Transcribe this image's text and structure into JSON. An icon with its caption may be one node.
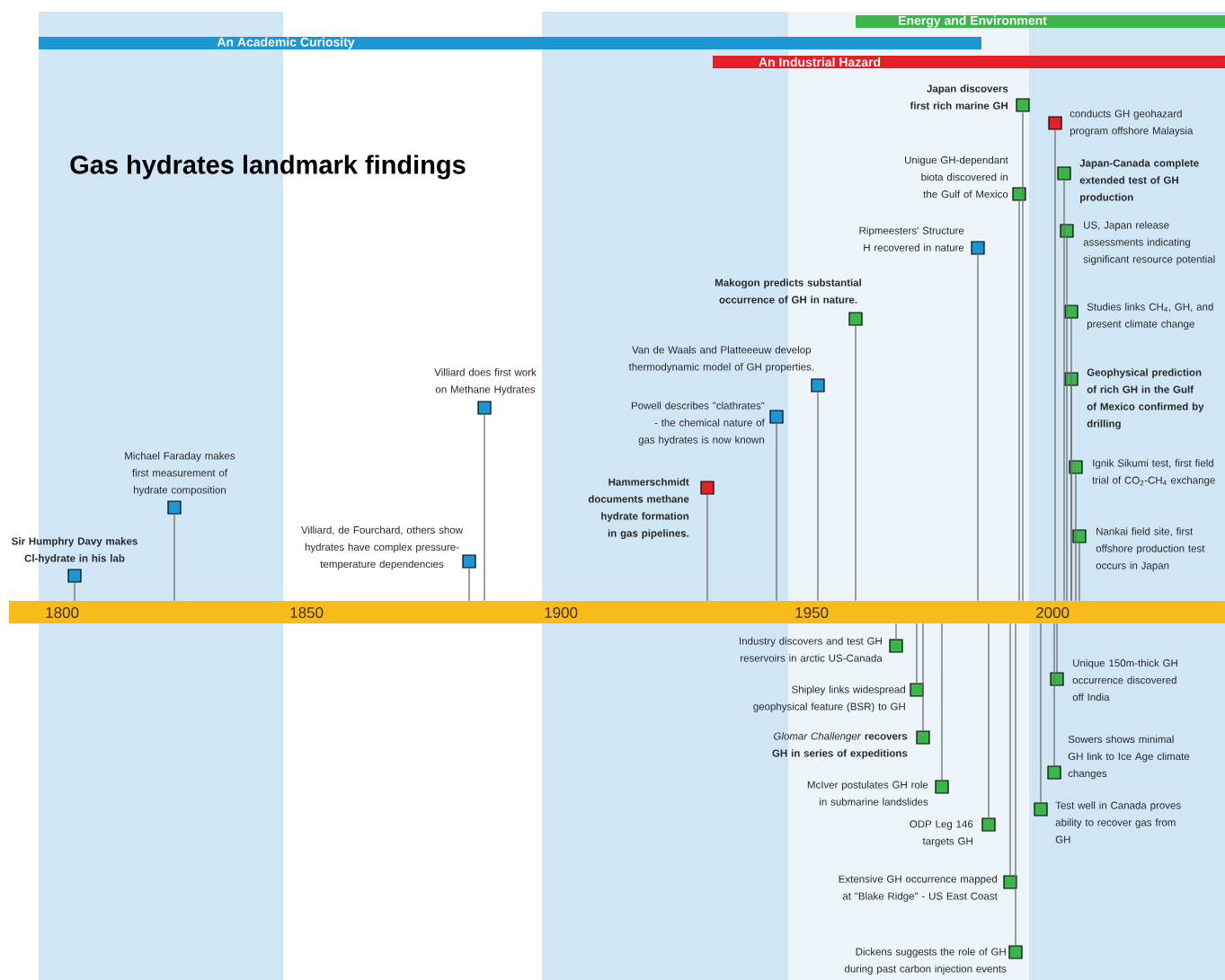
{
  "diagram": {
    "title": "Gas hydrates landmark findings",
    "nodes": [
      {
        "text": [],
        "shape": "box",
        "beside": [
          "Sir Humphry Davy makes Cl-hydrate in his lab"
        ]
      },
      {
        "text": [],
        "shape": "box",
        "beside": [
          "Michael Faraday makes first measurement of hydrate composition"
        ]
      },
      {
        "text": [],
        "shape": "box",
        "beside": [
          "Villiard, de Fourchard, others show hydrates have complex pressure-temperature dependencies"
        ]
      },
      {
        "text": [],
        "shape": "box",
        "beside": [
          "Villiard does first work on Methane Hydrates"
        ]
      },
      {
        "text": [],
        "shape": "box",
        "beside": [
          "Hammerschmidt documents methane hydrate formation in gas pipelines."
        ]
      },
      {
        "text": [],
        "shape": "box",
        "beside": [
          "Powell describes \"clathrates\" - the chemical nature of gas hydrates is now known"
        ]
      },
      {
        "text": [],
        "shape": "box",
        "beside": [
          "Van de Waals and Platteeeuw develop thermodynamic model of GH properties."
        ]
      },
      {
        "text": [],
        "shape": "box",
        "beside": [
          "Makogon predicts substantial occurrence of GH in nature."
        ]
      },
      {
        "text": [],
        "shape": "box",
        "beside": [
          "Ripmeesters' Structure H recovered in nature"
        ]
      },
      {
        "text": [],
        "shape": "box",
        "beside": [
          "Unigue GH-dependant biota discovered in the Gulf of Mexico"
        ]
      },
      {
        "text": [],
        "shape": "box",
        "beside": [
          "Japan discovers first rich marine GH"
        ]
      },
      {
        "text": [],
        "shape": "box",
        "beside": [
          "conducts GH geohazard program offshore Malaysia"
        ]
      },
      {
        "text": [],
        "shape": "box",
        "beside": [
          "Japan-Canada complete extended test of GH production"
        ]
      },
      {
        "text": [],
        "shape": "box",
        "beside": [
          "US, Japan release assessments indicating significant resource potential"
        ]
      },
      {
        "text": [],
        "shape": "box",
        "beside": [
          "Studies links CH$_{4}$, GH, and present climate change"
        ]
      },
      {
        "text": [],
        "shape": "box",
        "beside": [
          "Geophysical prediction of rich GH in the Gulf of Mexico confirmed by drilling"
        ]
      },
      {
        "text": [],
        "shape": "box",
        "beside": [
          "Ignik Sikumi test, first field trial of CO$_{2}$-CH$_{4}$ exchange"
        ]
      },
      {
        "text": [],
        "shape": "box",
        "beside": [
          "Nankai field site, first offshore production test occurs in Japan"
        ]
      },
      {
        "text": [],
        "shape": "box",
        "beside": [
          "Industry discovers and test GH reservoirs in arctic US-Canada"
        ]
      },
      {
        "text": [],
        "shape": "box",
        "beside": [
          "Shipley links widespread geophysical feature (BSR) to GH"
        ]
      },
      {
        "text": [],
        "shape": "box",
        "beside": [
          "*Glomar Challenger* **recovers GH in series of expeditions**"
        ]
      },
      {
        "text": [],
        "shape": "box",
        "beside": [
          "McIver postulates GH role in submarine landslides"
        ]
      },
      {
        "text": [],
        "shape": "box",
        "beside": [
          "ODP Leg 146 targets GH"
        ]
      },
      {
        "text": [],
        "shape": "box",
        "beside": [
          "Extensive GH occurrence mapped at \"Blake Ridge\" - US East Coast"
        ]
      },
      {
        "text": [],
        "shape": "box",
        "beside": [
          "Dickens suggests the role of GH during past carbon injection events"
        ]
      },
      {
        "text": [],
        "shape": "box",
        "beside": [
          "Unique 150m-thick GH occurrence discovered off India"
        ]
      },
      {
        "text": [],
        "shape": "box",
        "beside": [
          "Sowers shows minimal GH link to Ice Age climate changes"
        ]
      },
      {
        "text": [],
        "shape": "box",
        "beside": [
          "Test well in Canada proves ability to recover gas from GH"
        ]
      },
      {
        "text": [],
        "shape": "bar"
      }
    ],
    "edges": [
      {
        "from": 0,
        "to": 28,
        "arrow": "none"
      },
      {
        "from": 1,
        "to": 28,
        "arrow": "none"
      },
      {
        "from": 2,
        "to": 28,
        "arrow": "none"
      },
      {
        "from": 3,
        "to": 28,
        "arrow": "none"
      },
      {
        "from": 4,
        "to": 28,
        "arrow": "none"
      },
      {
        "from": 5,
        "to": 28,
        "arrow": "none"
      },
      {
        "from": 6,
        "to": 28,
        "arrow": "none"
      },
      {
        "from": 7,
        "to": 28,
        "arrow": "none"
      },
      {
        "from": 8,
        "to": 28,
        "arrow": "none"
      },
      {
        "from": 9,
        "to": 28,
        "arrow": "none"
      },
      {
        "from": 10,
        "to": 28,
        "arrow": "none"
      },
      {
        "from": 11,
        "to": 28,
        "arrow": "none"
      },
      {
        "from": 12,
        "to": 28,
        "arrow": "none"
      },
      {
        "from": 13,
        "to": 28,
        "arrow": "none"
      },
      {
        "from": 14,
        "to": 28,
        "arrow": "none"
      },
      {
        "from": 15,
        "to": 28,
        "arrow": "none"
      },
      {
        "from": 16,
        "to": 28,
        "arrow": "none"
      },
      {
        "from": 17,
        "to": 28,
        "arrow": "none"
      },
      {
        "from": 18,
        "to": 28,
        "arrow": "none"
      },
      {
        "from": 19,
        "to": 28,
        "arrow": "none"
      },
      {
        "from": 20,
        "to": 28,
        "arrow": "none"
      },
      {
        "from": 21,
        "to": 28,
        "arrow": "none"
      },
      {
        "from": 22,
        "to": 28,
        "arrow": "none"
      },
      {
        "from": 23,
        "to": 28,
        "arrow": "none"
      },
      {
        "from": 24,
        "to": 28,
        "arrow": "none"
      },
      {
        "from": 25,
        "to": 28,
        "arrow": "none"
      },
      {
        "from": 26,
        "to": 28,
        "arrow": "none"
      },
      {
        "from": 27,
        "to": 28,
        "arrow": "none"
      }
    ],
    "labels": [
      "1800",
      "1850",
      "1900",
      "1950",
      "2000"
    ],
    "legend": [
      {
        "text": "Energy and Environment",
        "color": "#3cb54a"
      },
      {
        "text": "An Academic Curiosity",
        "color": "#1e96d3"
      },
      {
        "text": "An Industrial Hazard",
        "color": "#e3202a"
      }
    ]
  }
}
